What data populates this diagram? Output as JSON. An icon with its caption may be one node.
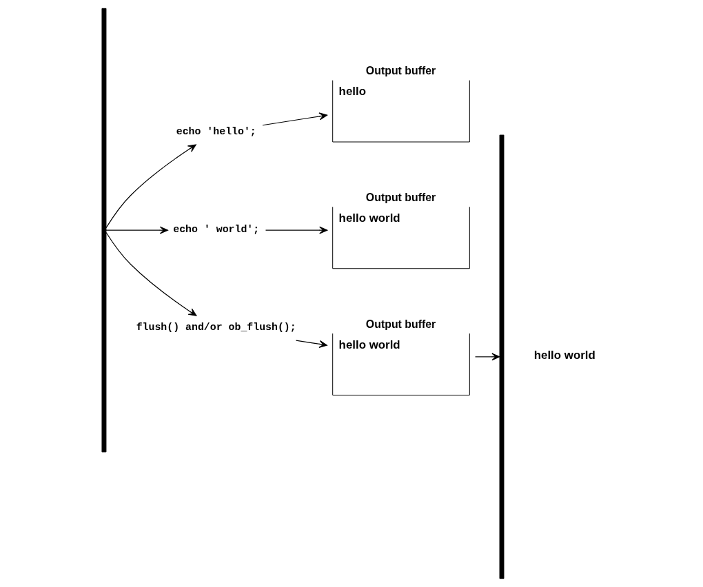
{
  "diagram": {
    "nodes": [
      {
        "text": [],
        "shape": "bar"
      },
      {
        "text": [
          "echo 'hello';"
        ]
      },
      {
        "text": [
          "Output buffer",
          "hello"
        ]
      },
      {
        "text": [
          "echo ' world';"
        ]
      },
      {
        "text": [
          "Output buffer",
          "hello world"
        ]
      },
      {
        "text": [
          "flush() and/or ob_flush();"
        ]
      },
      {
        "text": [
          "Output buffer",
          "hello world"
        ]
      },
      {
        "text": [],
        "shape": "bar"
      }
    ],
    "edges": [
      {
        "from": 0,
        "to": 1,
        "arrow": "to"
      },
      {
        "from": 1,
        "to": 2,
        "arrow": "to"
      },
      {
        "from": 0,
        "to": 3,
        "arrow": "to"
      },
      {
        "from": 3,
        "to": 4,
        "arrow": "to"
      },
      {
        "from": 0,
        "to": 5,
        "arrow": "to"
      },
      {
        "from": 5,
        "to": 6,
        "arrow": "to"
      },
      {
        "from": 6,
        "to": 7,
        "arrow": "to"
      }
    ],
    "labels": [
      "hello world"
    ]
  }
}
